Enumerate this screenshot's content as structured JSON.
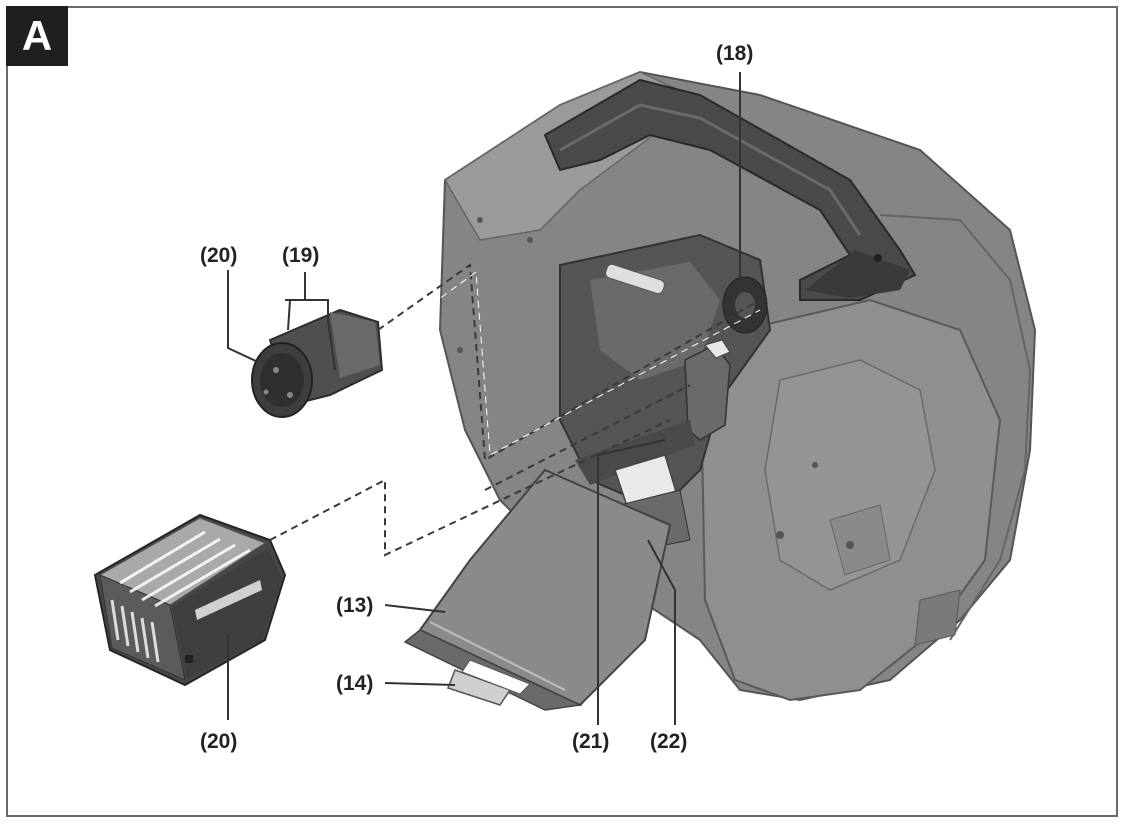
{
  "panel": {
    "label": "A"
  },
  "callouts": {
    "c18": "(18)",
    "c20_top": "(20)",
    "c19": "(19)",
    "c13": "(13)",
    "c14": "(14)",
    "c20_bottom": "(20)",
    "c21": "(21)",
    "c22": "(22)"
  },
  "colors": {
    "body_dark": "#5a5a5a",
    "body_mid": "#7a7a7a",
    "body_light": "#9a9a9a",
    "handle": "#3a3a3a",
    "line": "#333333"
  }
}
